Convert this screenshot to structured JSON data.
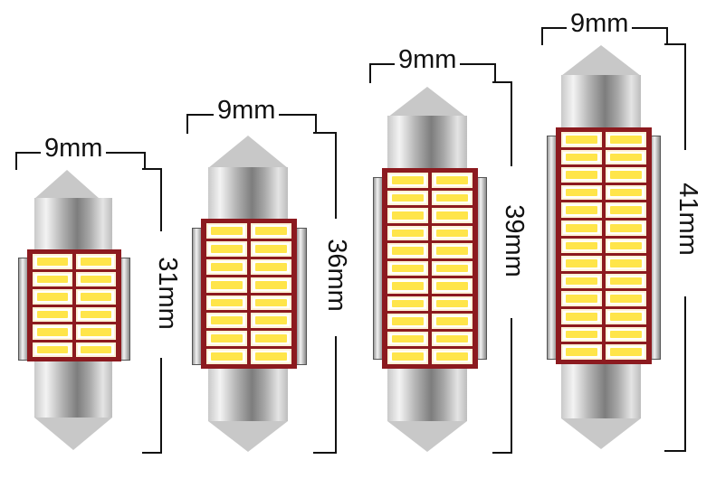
{
  "bulbs": [
    {
      "width_label": "9mm",
      "length_label": "31mm",
      "led_rows": 6,
      "led_columns": 2
    },
    {
      "width_label": "9mm",
      "length_label": "36mm",
      "led_rows": 8,
      "led_columns": 2
    },
    {
      "width_label": "9mm",
      "length_label": "39mm",
      "led_rows": 11,
      "led_columns": 2
    },
    {
      "width_label": "9mm",
      "length_label": "41mm",
      "led_rows": 13,
      "led_columns": 2
    }
  ],
  "colors": {
    "pcb": "#8c1a1f",
    "led": "#ffe54a",
    "metal": "#b4b4b4",
    "line": "#111111"
  }
}
